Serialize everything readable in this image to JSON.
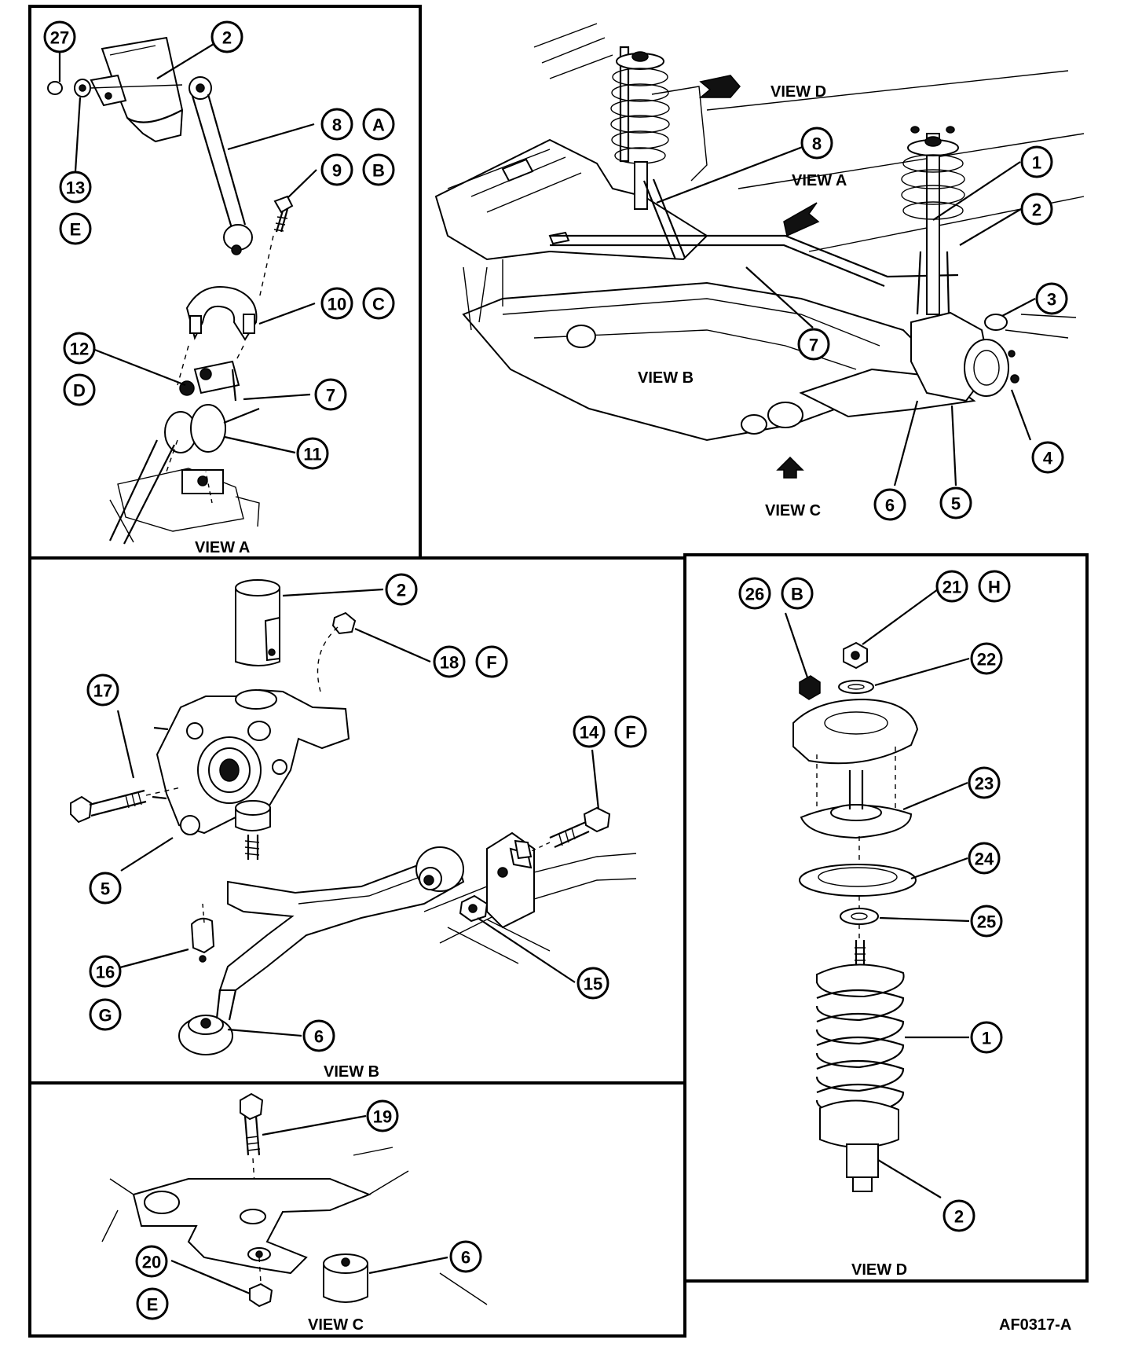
{
  "views": {
    "a": "VIEW A",
    "b": "VIEW B",
    "c": "VIEW C",
    "d": "VIEW D"
  },
  "figure_id": "AF0317-A",
  "callouts": {
    "view_a": [
      {
        "n": "27"
      },
      {
        "n": "2"
      },
      {
        "n": "8",
        "l": "A"
      },
      {
        "n": "9",
        "l": "B"
      },
      {
        "n": "13"
      },
      {
        "l": "E"
      },
      {
        "n": "10",
        "l": "C"
      },
      {
        "n": "12"
      },
      {
        "l": "D"
      },
      {
        "n": "7"
      },
      {
        "n": "11"
      }
    ],
    "main": [
      {
        "n": "8"
      },
      {
        "n": "1"
      },
      {
        "n": "2"
      },
      {
        "n": "3"
      },
      {
        "n": "7"
      },
      {
        "n": "4"
      },
      {
        "n": "6"
      },
      {
        "n": "5"
      }
    ],
    "view_b": [
      {
        "n": "2"
      },
      {
        "n": "18",
        "l": "F"
      },
      {
        "n": "17"
      },
      {
        "n": "14",
        "l": "F"
      },
      {
        "n": "5"
      },
      {
        "n": "16"
      },
      {
        "l": "G"
      },
      {
        "n": "15"
      },
      {
        "n": "6"
      }
    ],
    "view_c": [
      {
        "n": "19"
      },
      {
        "n": "20"
      },
      {
        "l": "E"
      },
      {
        "n": "6"
      }
    ],
    "view_d": [
      {
        "n": "26",
        "l": "B"
      },
      {
        "n": "21",
        "l": "H"
      },
      {
        "n": "22"
      },
      {
        "n": "23"
      },
      {
        "n": "24"
      },
      {
        "n": "25"
      },
      {
        "n": "1"
      },
      {
        "n": "2"
      }
    ]
  }
}
